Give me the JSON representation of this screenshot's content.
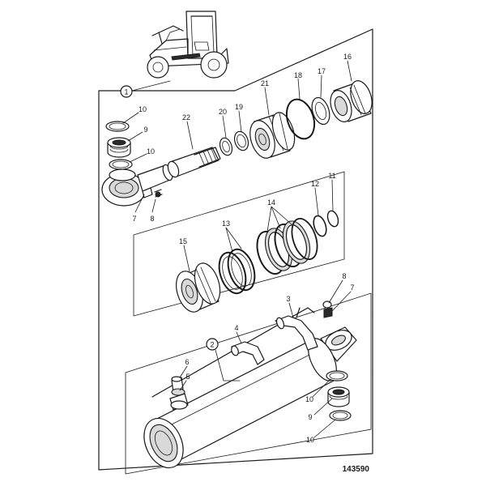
{
  "figure_id": "143590",
  "callouts": {
    "c1": "1",
    "c2": "2",
    "c3": "3",
    "c4": "4",
    "c5": "5",
    "c6": "6",
    "c7a": "7",
    "c7b": "7",
    "c8a": "8",
    "c8b": "8",
    "c9a": "9",
    "c9b": "9",
    "c10a": "10",
    "c10b": "10",
    "c10c": "10",
    "c10d": "10",
    "c11": "11",
    "c12": "12",
    "c13": "13",
    "c14": "14",
    "c15": "15",
    "c16": "16",
    "c17": "17",
    "c18": "18",
    "c19": "19",
    "c20": "20",
    "c21": "21",
    "c22": "22"
  }
}
